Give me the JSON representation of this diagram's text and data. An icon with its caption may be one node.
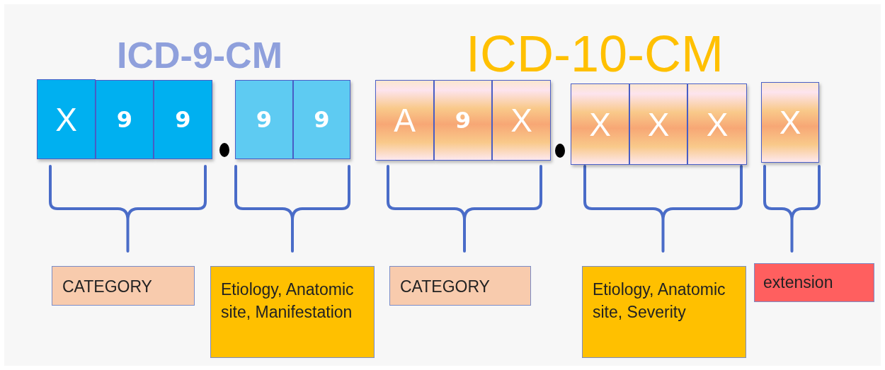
{
  "diagram": {
    "nodes": [
      {
        "text": [
          "X"
        ]
      },
      {
        "text": [
          "9"
        ]
      },
      {
        "text": [
          "9"
        ]
      },
      {
        "text": [
          "9"
        ]
      },
      {
        "text": [
          "9"
        ]
      },
      {
        "text": [
          "A"
        ]
      },
      {
        "text": [
          "9"
        ]
      },
      {
        "text": [
          "X"
        ]
      },
      {
        "text": [
          "X"
        ]
      },
      {
        "text": [
          "X"
        ]
      },
      {
        "text": [
          "X"
        ]
      },
      {
        "text": [
          "X"
        ]
      },
      {
        "text": [
          "CATEGORY"
        ]
      },
      {
        "text": [
          "Etiology, Anatomic site, Manifestation"
        ]
      },
      {
        "text": [
          "CATEGORY"
        ]
      },
      {
        "text": [
          "Etiology, Anatomic site, Severity"
        ]
      },
      {
        "text": [
          "extension"
        ]
      }
    ],
    "labels": [
      "ICD-9-CM",
      "ICD-10-CM"
    ]
  }
}
